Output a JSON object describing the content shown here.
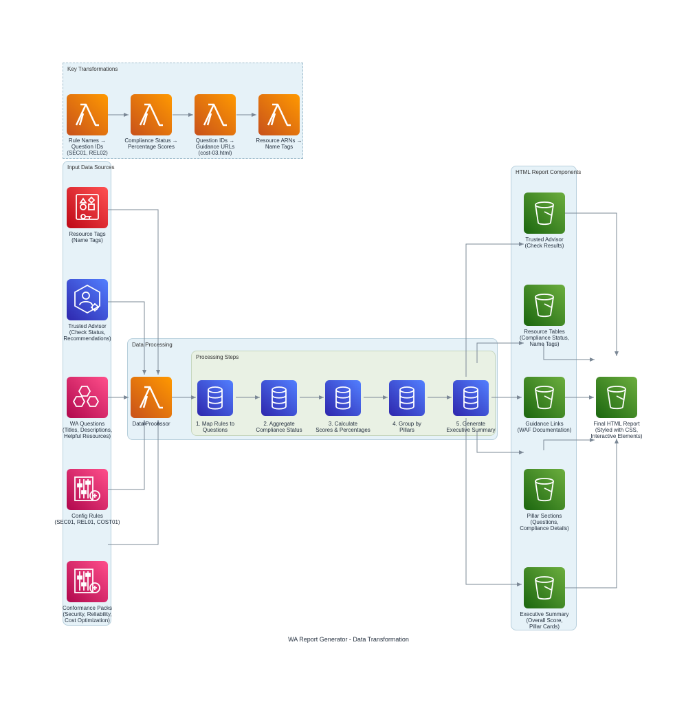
{
  "diagram": {
    "title": "WA Report Generator - Data Transformation",
    "clusters": {
      "key_transformations": "Key Transformations",
      "input_data_sources": "Input Data Sources",
      "data_processing": "Data Processing",
      "processing_steps": "Processing Steps",
      "html_report_components": "HTML Report Components"
    },
    "nodes": {
      "transform_rule_names": "Rule Names →\nQuestion IDs\n(SEC01, REL02)",
      "transform_compliance_status": "Compliance Status →\nPercentage Scores",
      "transform_question_ids": "Question IDs →\nGuidance URLs\n(cost-03.html)",
      "transform_resource_arns": "Resource ARNs →\nName Tags",
      "resource_tags": "Resource Tags\n(Name Tags)",
      "trusted_advisor_input": "Trusted Advisor\n(Check Status,\nRecommendations)",
      "wa_questions": "WA Questions\n(Titles, Descriptions,\nHelpful Resources)",
      "config_rules": "Config Rules\n(SEC01, REL01, COST01)",
      "conformance_packs": "Conformance Packs\n(Security, Reliability,\nCost Optimization)",
      "data_processor": "Data Processor",
      "step_1": "1. Map Rules to\nQuestions",
      "step_2": "2. Aggregate\nCompliance Status",
      "step_3": "3. Calculate\nScores & Percentages",
      "step_4": "4. Group by\nPillars",
      "step_5": "5. Generate\nExecutive Summary",
      "trusted_advisor_component": "Trusted Advisor\n(Check Results)",
      "resource_tables": "Resource Tables\n(Compliance Status,\nName Tags)",
      "guidance_links": "Guidance Links\n(WAF Documentation)",
      "pillar_sections": "Pillar Sections\n(Questions,\nCompliance Details)",
      "executive_summary": "Executive Summary\n(Overall Score,\nPillar Cards)",
      "final_html_report": "Final HTML Report\n(Styled with CSS,\nInteractive Elements)"
    }
  }
}
